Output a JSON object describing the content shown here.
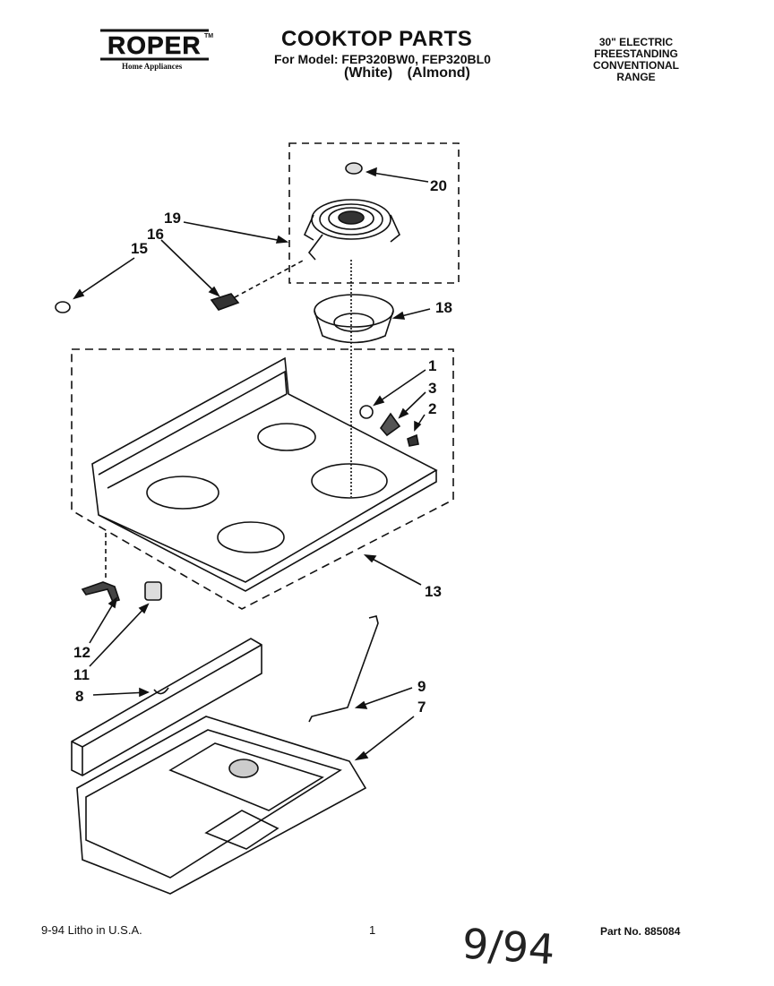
{
  "header": {
    "brand": "ROPER",
    "brand_mark": "TM",
    "brand_sub": "Home Appliances",
    "title": "COOKTOP PARTS",
    "model_line": "For Model: FEP320BW0, FEP320BL0",
    "colors": [
      "(White)",
      "(Almond)"
    ],
    "spec_lines": [
      "30\" ELECTRIC",
      "FREESTANDING",
      "CONVENTIONAL",
      "RANGE"
    ]
  },
  "callouts": [
    "20",
    "19",
    "16",
    "15",
    "18",
    "1",
    "3",
    "2",
    "13",
    "12",
    "11",
    "8",
    "9",
    "7"
  ],
  "footer": {
    "date_litho": "9-94  Litho in U.S.A.",
    "page_number": "1",
    "handwritten": "9/94",
    "part_no": "Part No.  885084"
  }
}
